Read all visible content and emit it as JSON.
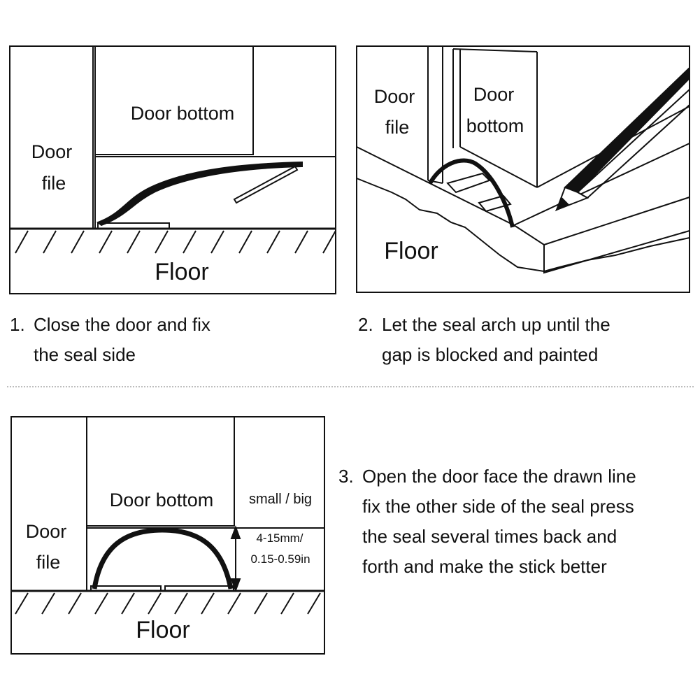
{
  "panel1": {
    "door_file": [
      "Door",
      "file"
    ],
    "door_bottom": "Door bottom",
    "floor": "Floor"
  },
  "panel2": {
    "door_file": [
      "Door",
      "file"
    ],
    "door_bottom": [
      "Door",
      "bottom"
    ],
    "floor": "Floor"
  },
  "panel3": {
    "door_file": [
      "Door",
      "file"
    ],
    "door_bottom": "Door bottom",
    "size_label": "small / big",
    "measure": [
      "4-15mm/",
      "0.15-0.59in"
    ],
    "floor": "Floor"
  },
  "steps": [
    {
      "number": "1.",
      "lines": [
        "Close the door and fix",
        "the seal side"
      ]
    },
    {
      "number": "2.",
      "lines": [
        "Let the seal arch up until the",
        "gap is blocked and painted"
      ]
    },
    {
      "number": "3.",
      "lines": [
        "Open the door face the drawn line",
        "fix the other side of the seal press",
        "the seal several times back and",
        "forth and make the stick better"
      ]
    }
  ],
  "colors": {
    "ink": "#111111",
    "divider": "#bdbdbd"
  }
}
